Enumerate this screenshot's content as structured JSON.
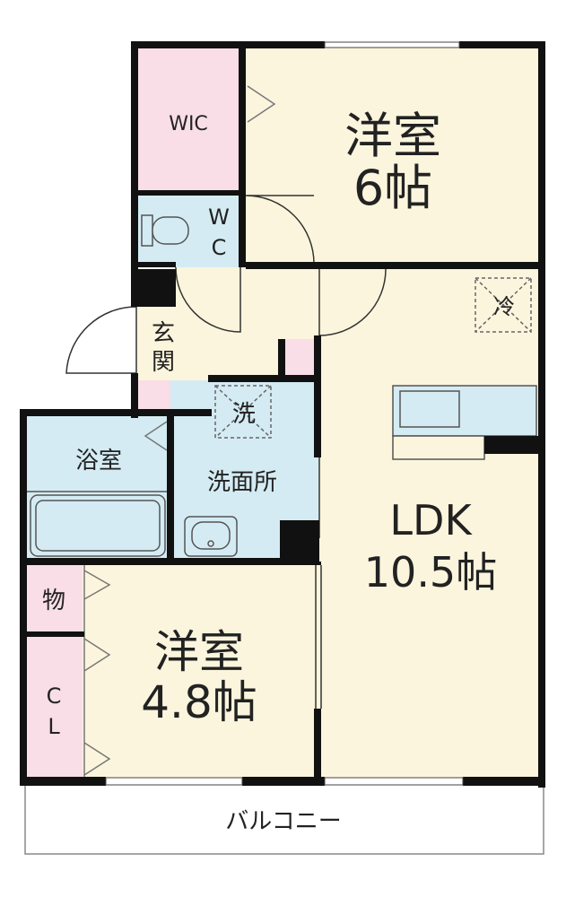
{
  "colors": {
    "wall": "#111111",
    "room": "#fbf5dd",
    "wet": "#d4ebf3",
    "storage": "#f9dde7",
    "balcony": "#ffffff",
    "line": "#888888"
  },
  "rooms": {
    "wic": "WIC",
    "western_top": {
      "name": "洋室",
      "size": "6帖"
    },
    "wc": {
      "line1": "W",
      "line2": "C"
    },
    "entrance": {
      "line1": "玄",
      "line2": "関"
    },
    "fridge": "冷",
    "washer": "洗",
    "bath": "浴室",
    "washroom": "洗面所",
    "ldk": {
      "name": "LDK",
      "size": "10.5帖"
    },
    "storage_small": "物",
    "closet": {
      "line1": "C",
      "line2": "L"
    },
    "western_bottom": {
      "name": "洋室",
      "size": "4.8帖"
    },
    "balcony": "バルコニー"
  }
}
